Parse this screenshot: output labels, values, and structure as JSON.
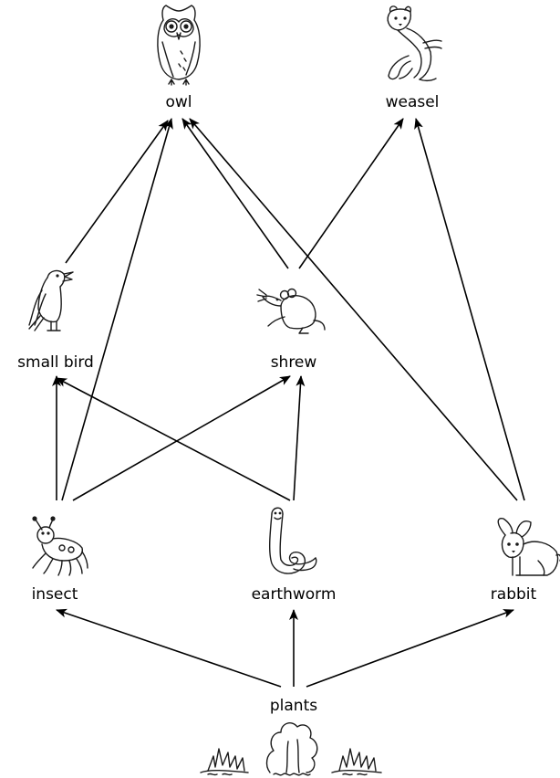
{
  "labels": {
    "owl": "owl",
    "weasel": "weasel",
    "small_bird": "small bird",
    "shrew": "shrew",
    "insect": "insect",
    "earthworm": "earthworm",
    "rabbit": "rabbit",
    "plants": "plants"
  },
  "icons": {
    "owl": "owl-icon",
    "weasel": "weasel-icon",
    "small_bird": "small-bird-icon",
    "shrew": "shrew-icon",
    "insect": "insect-icon",
    "earthworm": "earthworm-icon",
    "rabbit": "rabbit-icon",
    "plants": "plants-icon"
  },
  "links": [
    {
      "from": "plants",
      "to": "insect"
    },
    {
      "from": "plants",
      "to": "earthworm"
    },
    {
      "from": "plants",
      "to": "rabbit"
    },
    {
      "from": "insect",
      "to": "small_bird"
    },
    {
      "from": "insect",
      "to": "shrew"
    },
    {
      "from": "insect",
      "to": "owl"
    },
    {
      "from": "earthworm",
      "to": "shrew"
    },
    {
      "from": "earthworm",
      "to": "small_bird"
    },
    {
      "from": "small_bird",
      "to": "owl"
    },
    {
      "from": "shrew",
      "to": "owl"
    },
    {
      "from": "shrew",
      "to": "weasel"
    },
    {
      "from": "rabbit",
      "to": "owl"
    },
    {
      "from": "rabbit",
      "to": "weasel"
    }
  ],
  "colors": {
    "ink": "#1a1a1a",
    "background": "#ffffff"
  }
}
